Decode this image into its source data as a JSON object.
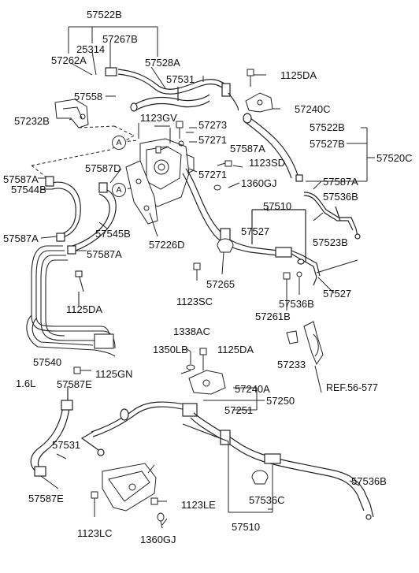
{
  "labels": {
    "l57522b_top": "57522B",
    "l25314": "25314",
    "l57267b": "57267B",
    "l57262a": "57262A",
    "l57528a": "57528A",
    "l57531_top": "57531",
    "l57558": "57558",
    "l1125da_top": "1125DA",
    "l57240c": "57240C",
    "l57232b": "57232B",
    "l1123gv": "1123GV",
    "l57273": "57273",
    "l57271_a": "57271",
    "l57587a_r1": "57587A",
    "l57522b_r": "57522B",
    "l57527b": "57527B",
    "l57520c": "57520C",
    "l57587d": "57587D",
    "l1123sd": "1123SD",
    "l57271_b": "57271",
    "l1360gj_top": "1360GJ",
    "l57587a_l1": "57587A",
    "l57587a_r2": "57587A",
    "l57544b": "57544B",
    "l57536b_r1": "57536B",
    "l57510_top": "57510",
    "l57545b": "57545B",
    "l57527_mid": "57527",
    "l57523b": "57523B",
    "l57587a_l2": "57587A",
    "l57226d": "57226D",
    "l57587a_l3": "57587A",
    "l57265": "57265",
    "l1123sc": "1123SC",
    "l57527_r": "57527",
    "l57536b_r2": "57536B",
    "l1125da_mid": "1125DA",
    "l57261b": "57261B",
    "l1338ac": "1338AC",
    "l1350lb": "1350LB",
    "l1125da_low": "1125DA",
    "l57233": "57233",
    "l57540": "57540",
    "l1125gn": "1125GN",
    "l16l": "1.6L",
    "l57587e_1": "57587E",
    "l57240a": "57240A",
    "l57250": "57250",
    "lref": "REF.56-577",
    "l57251": "57251",
    "l57531_low": "57531",
    "l57536b_low": "57536B",
    "l57587e_2": "57587E",
    "l57536c": "57536C",
    "l1123le": "1123LE",
    "l1123lc": "1123LC",
    "l1360gj_low": "1360GJ",
    "l57510_low": "57510"
  },
  "markers": {
    "circle_a1": "A",
    "circle_a2": "A"
  }
}
